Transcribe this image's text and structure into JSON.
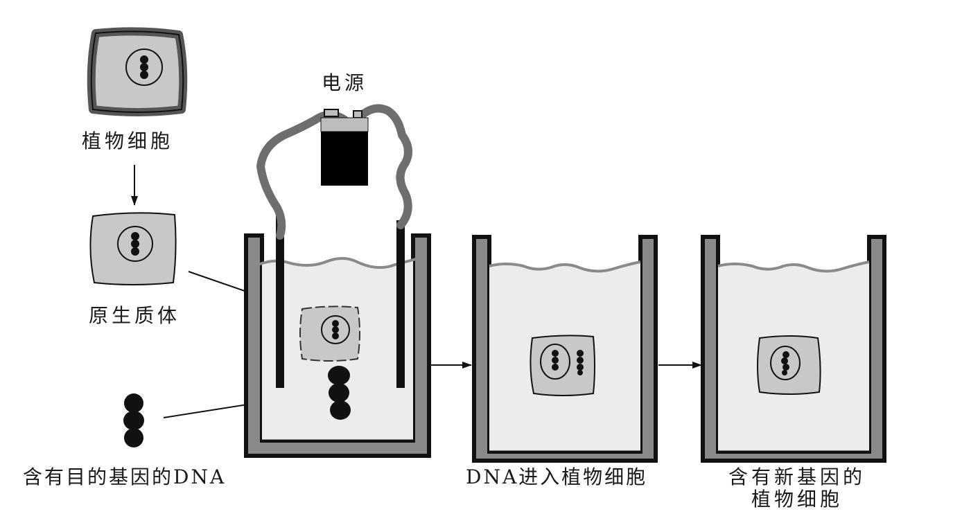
{
  "title": "Electroporation-mediated gene transfer into plant protoplasts",
  "labels": {
    "plant_cell": "植物细胞",
    "protoplast": "原生质体",
    "power_source": "电源",
    "target_dna": "含有目的基因的DNA",
    "dna_enters": "DNA进入植物细胞",
    "new_gene_cell_line1": "含有新基因的",
    "new_gene_cell_line2": "植物细胞"
  },
  "colors": {
    "ink": "#111111",
    "cell_fill": "#c8c8c8",
    "cell_wall": "#555555",
    "liquid": "#ececec",
    "beaker_wall": "#8a8a8a",
    "wire": "#6e6e6e",
    "battery_body": "#000000",
    "battery_cap": "#bdbdbd"
  },
  "steps": [
    {
      "id": "plant-cell",
      "label_key": "plant_cell"
    },
    {
      "id": "protoplast",
      "label_key": "protoplast"
    },
    {
      "id": "electroporation",
      "label_key": "power_source"
    },
    {
      "id": "dna-entry",
      "label_key": "dna_enters"
    },
    {
      "id": "transformed-cell",
      "label_key": "new_gene_cell_line1"
    }
  ]
}
